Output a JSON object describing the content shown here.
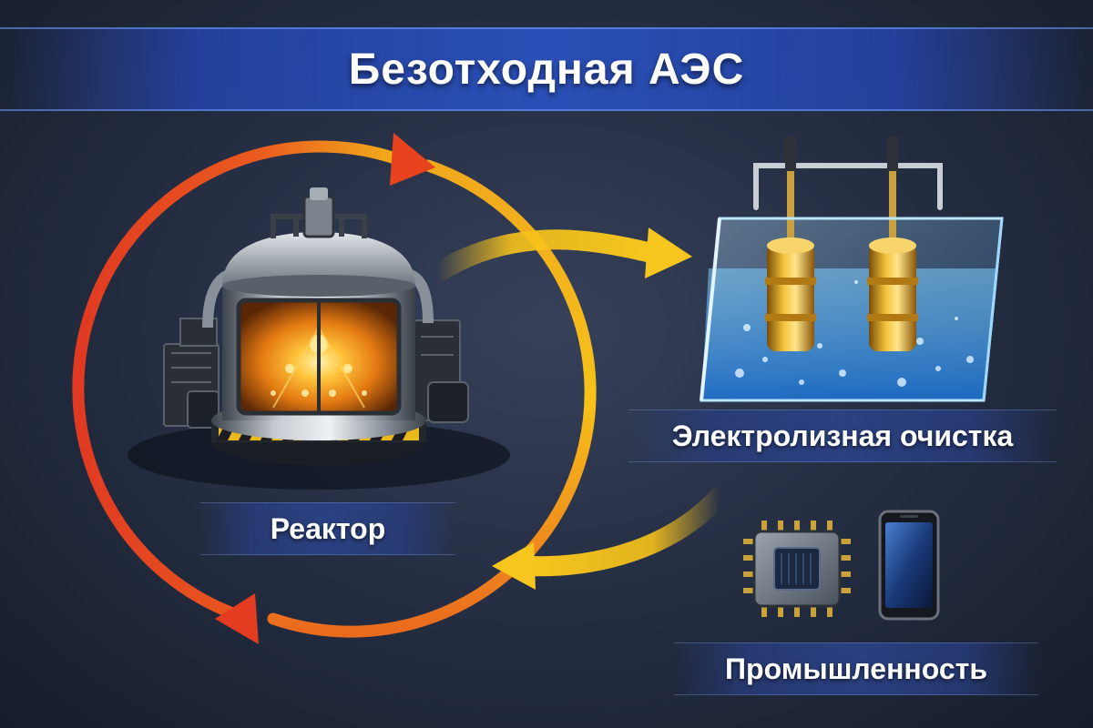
{
  "title": "Безотходная АЭС",
  "nodes": {
    "reactor": {
      "label": "Реактор"
    },
    "electrolysis": {
      "label": "Электролизная очистка"
    },
    "industry": {
      "label": "Промышленность"
    }
  },
  "colors": {
    "cycle_red": "#e03a22",
    "cycle_orange": "#f08a1c",
    "flow_yellow": "#f6c21a",
    "banner_blue": "#2a4fb6",
    "core_glow": "#ffb21c"
  },
  "icons": [
    "reactor-icon",
    "electrolysis-tank-icon",
    "microchip-icon",
    "smartphone-icon"
  ]
}
